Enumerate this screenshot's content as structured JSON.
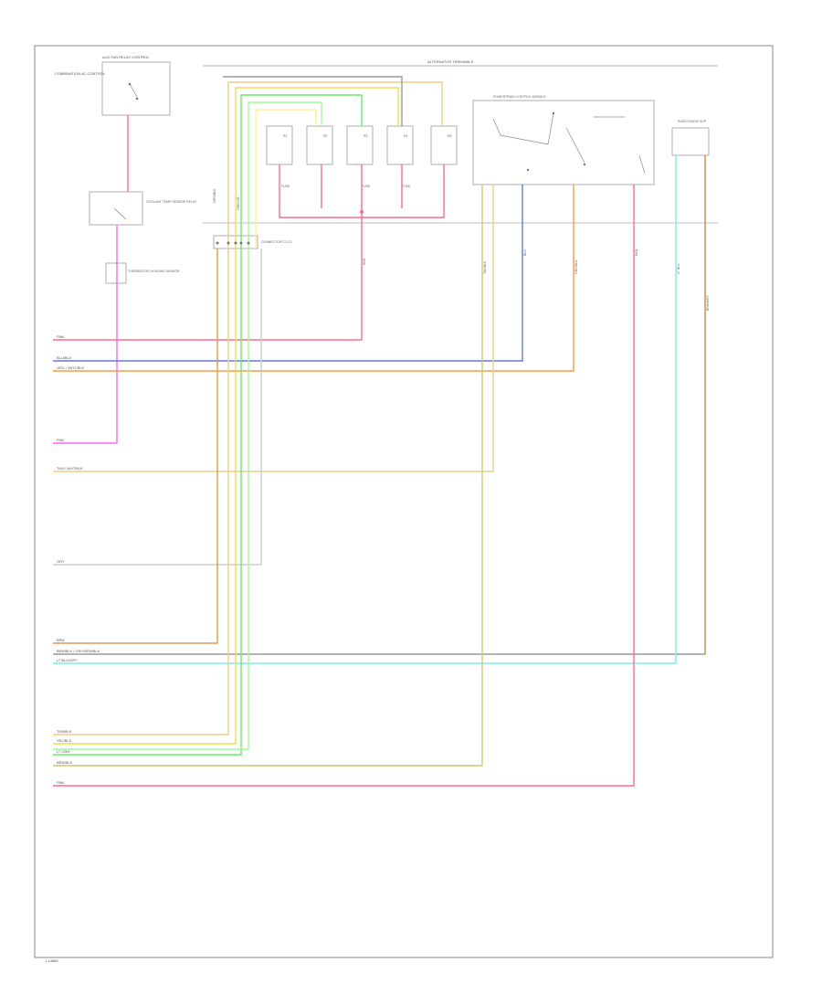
{
  "title": "",
  "page_code": "I-14885",
  "header_label": "ALTERNATOR TERMINALS",
  "components": {
    "top_left_device": "AUX FAN RELAY CONTROL",
    "top_left_note": "COMBINATION AC CONTROL",
    "relay_label": "COOLANT TEMP SENSOR RELAY",
    "sensor_label": "THERMOSTAT HOUSING SENSOR",
    "connector_label": "CONNECTOR C1 C2",
    "module_label": "POWERTRAIN CONTROL MODULE",
    "right_sensor_label": "RADIO NOISE SUP",
    "small_relays": [
      "R1",
      "R2",
      "R3",
      "R4",
      "R5"
    ],
    "relay_notes": [
      "FUSE",
      "FUSE",
      "FUSE"
    ]
  },
  "wire_labels": [
    {
      "name": "w1",
      "text": "PNK"
    },
    {
      "name": "w2",
      "text": "BLU/BLK"
    },
    {
      "name": "w3",
      "text": "ORG / WHT/BLK"
    },
    {
      "name": "w4",
      "text": "PNK"
    },
    {
      "name": "w5",
      "text": "TAN / WHT/BLK"
    },
    {
      "name": "w6",
      "text": "GRY"
    },
    {
      "name": "w7",
      "text": "BRN"
    },
    {
      "name": "w8",
      "text": "BRN/BLK / GRY/BRN/BLK"
    },
    {
      "name": "w9",
      "text": "LT BLU/GRY"
    },
    {
      "name": "w10",
      "text": "TAN/BLK"
    },
    {
      "name": "w11",
      "text": "YEL/BLK"
    },
    {
      "name": "w12",
      "text": "LT GRN"
    },
    {
      "name": "w13",
      "text": "BRN/BLK"
    },
    {
      "name": "w14",
      "text": "PNK"
    }
  ],
  "vertical_labels": [
    "ORG/BLK",
    "GRN/YEL",
    "RED",
    "TAN/BLK",
    "BLU",
    "ORG/BLK",
    "RED",
    "LT BLU",
    "BRN/WHT"
  ],
  "colors": {
    "red": "#ff6b8a",
    "pink": "#ff66ff",
    "blue": "#6677dd",
    "orange": "#ff9944",
    "tan": "#f2cc88",
    "yellow": "#e8e050",
    "green": "#66ee66",
    "light_green": "#99ff99",
    "cyan": "#77eeee",
    "gray": "#999999",
    "olive": "#cccc66",
    "brown": "#dd9955"
  }
}
